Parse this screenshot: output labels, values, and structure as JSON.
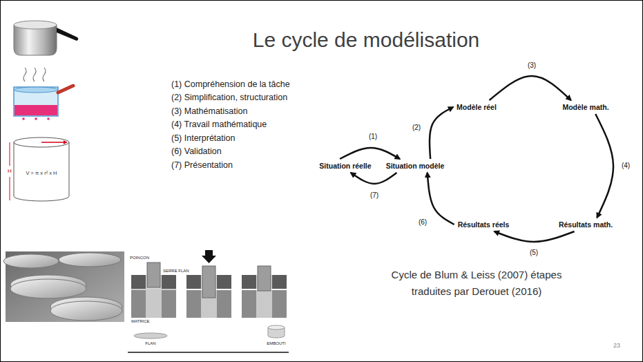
{
  "diagram": {
    "title": "Le cycle de modélisation",
    "caption": "Cycle de Blum & Leiss (2007) étapes traduites par Derouet (2016)",
    "nodes": [
      {
        "text": [
          "Situation réelle"
        ]
      },
      {
        "text": [
          "Situation modèle"
        ]
      },
      {
        "text": [
          "Modèle réel"
        ]
      },
      {
        "text": [
          "Modèle math."
        ]
      },
      {
        "text": [
          "Résultats math."
        ]
      },
      {
        "text": [
          "Résultats réels"
        ]
      }
    ],
    "edges": [
      {
        "from": 0,
        "to": 1,
        "label": "(1)",
        "arrow": "to"
      },
      {
        "from": 1,
        "to": 2,
        "label": "(2)",
        "arrow": "to"
      },
      {
        "from": 2,
        "to": 3,
        "label": "(3)",
        "arrow": "to"
      },
      {
        "from": 3,
        "to": 4,
        "label": "(4)",
        "arrow": "to"
      },
      {
        "from": 4,
        "to": 5,
        "label": "(5)",
        "arrow": "to"
      },
      {
        "from": 5,
        "to": 1,
        "label": "(6)",
        "arrow": "to"
      },
      {
        "from": 1,
        "to": 0,
        "label": "(7)",
        "arrow": "to"
      }
    ],
    "labels": [
      "(1) Compréhension de la tâche",
      "(2) Simplification, structuration",
      "(3) Mathématisation",
      "(4) Travail mathématique",
      "(5) Interprétation",
      "(6) Validation",
      "(7) Présentation",
      "H",
      "V = π x r² x H",
      "POINCON",
      "SERRE FLAN",
      "MATRICE",
      "FLAN",
      "EMBOUTI",
      "23"
    ]
  }
}
